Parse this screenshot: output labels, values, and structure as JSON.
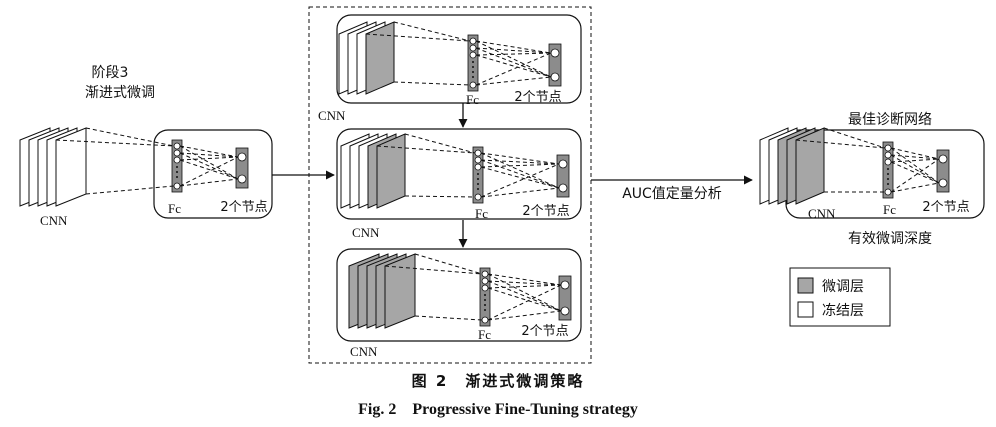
{
  "stage_label": "阶段3",
  "stage_sublabel": "渐进式微调",
  "cnn_label": "CNN",
  "fc_label": "Fc",
  "nodes_label": "2个节点",
  "auc_label": "AUC值定量分析",
  "best_network_label": "最佳诊断网络",
  "effective_depth_label": "有效微调深度",
  "legend": {
    "finetune_label": "微调层",
    "frozen_label": "冻结层"
  },
  "colors": {
    "finetune_fill": "#a6a6a6",
    "frozen_fill": "#ffffff",
    "fc_fill": "#8c8c8c",
    "line": "#111111"
  },
  "caption": {
    "zh": "图 2　渐进式微调策略",
    "en": "Fig. 2　Progressive Fine-Tuning strategy"
  }
}
